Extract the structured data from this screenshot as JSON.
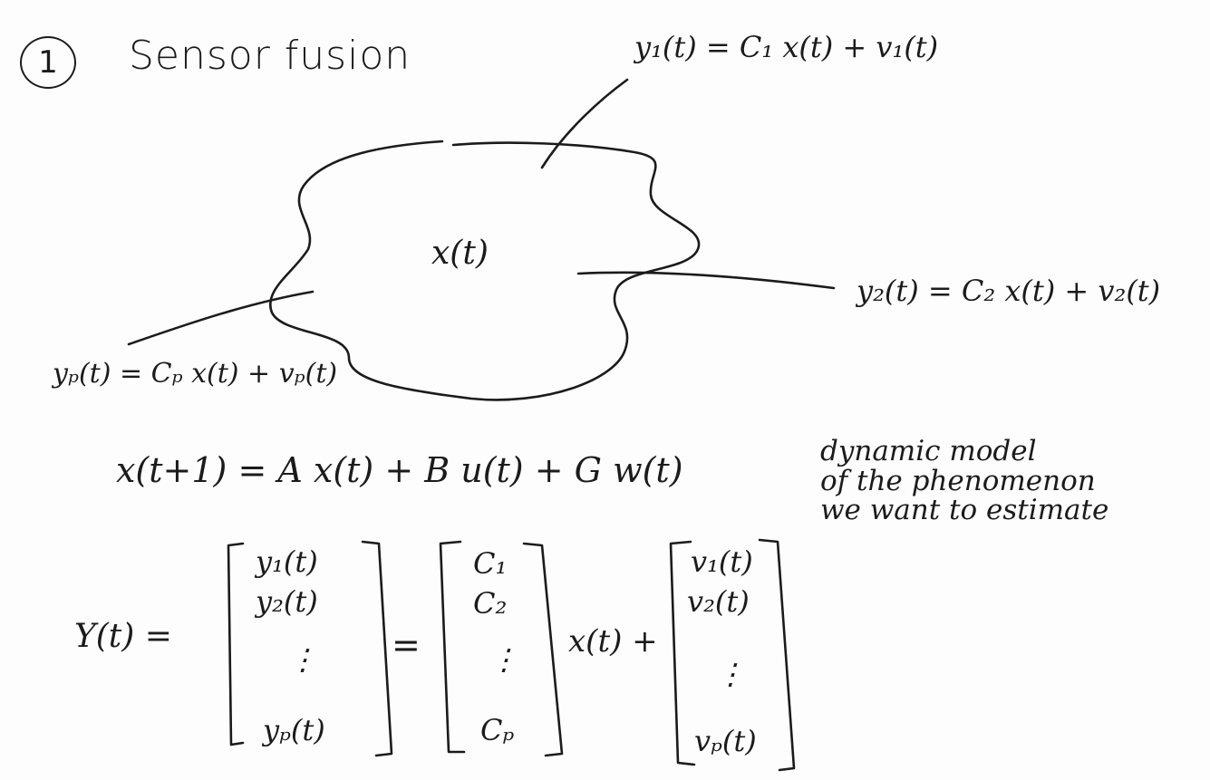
{
  "header": {
    "section_number": "1",
    "title": "Sensor fusion"
  },
  "diagram": {
    "state_label": "x(t)",
    "sensor_1": "y₁(t) = C₁ x(t) + v₁(t)",
    "sensor_2": "y₂(t) = C₂ x(t) + v₂(t)",
    "sensor_p": "yₚ(t) = Cₚ x(t) + vₚ(t)"
  },
  "model": {
    "dynamics": "x(t+1) = A x(t) + B u(t) + G w(t)",
    "note": "dynamic model\nof the phenomenon\nwe want to estimate"
  },
  "stacked": {
    "lhs": "Y(t) =",
    "equals": "=",
    "times_x": "x(t) +",
    "y_entries": [
      "y₁(t)",
      "y₂(t)",
      "⋮",
      "yₚ(t)"
    ],
    "c_entries": [
      "C₁",
      "C₂",
      "⋮",
      "Cₚ"
    ],
    "v_entries": [
      "v₁(t)",
      "v₂(t)",
      "⋮",
      "vₚ(t)"
    ]
  }
}
